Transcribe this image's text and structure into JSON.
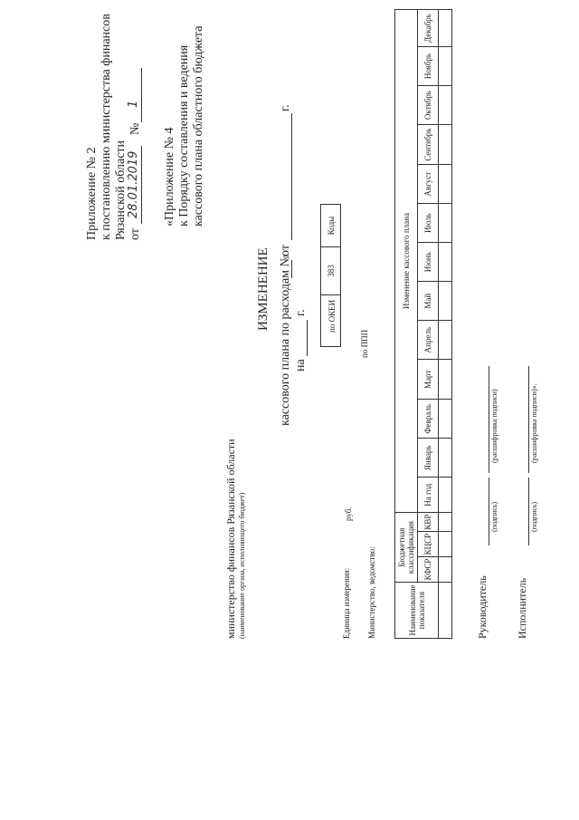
{
  "header": {
    "app2": {
      "line1": "Приложение № 2",
      "line2": "к постановлению министерства финансов",
      "line3": "Рязанской области",
      "ot_label": "от",
      "date_value": "28.01.2019",
      "no_label": "№",
      "number_value": "1"
    },
    "app4": {
      "line1": "«Приложение № 4",
      "line2": "к Порядку составления и ведения",
      "line3": "кассового плана областного бюджета"
    }
  },
  "title": {
    "main": "ИЗМЕНЕНИЕ",
    "sub": "кассового плана по расходам №",
    "ot": "от",
    "year_suffix": "г.",
    "na": "на",
    "na_year_suffix": "г."
  },
  "codes": {
    "header": "Коды",
    "okei_label": "по ОКЕИ",
    "okei_value": "383",
    "ppp_label": "по ППП",
    "ppp_value": ""
  },
  "org": {
    "name": "министерство финансов Рязанской области",
    "caption": "(наименование органа, исполняющего бюджет)"
  },
  "unit": {
    "label": "Единица измерения:",
    "value": "руб."
  },
  "ministry": {
    "label": "Министерство, ведомство:"
  },
  "table": {
    "name_col": "Наименование показателя",
    "budget_class": "Бюджетная классификация",
    "class_cols": [
      "КФСР",
      "КЦСР",
      "КВР"
    ],
    "change_header": "Изменение кассового плана",
    "year_col": "На год",
    "months": [
      "Январь",
      "Февраль",
      "Март",
      "Апрель",
      "Май",
      "Июнь",
      "Июль",
      "Август",
      "Сентябрь",
      "Октябрь",
      "Ноябрь",
      "Декабрь"
    ]
  },
  "signatures": {
    "head_label": "Руководитель",
    "exec_label": "Исполнитель",
    "sign_caption": "(подпись)",
    "decode_caption": "(расшифровка подписи)",
    "decode_caption_end": "(расшифровка подписи)»."
  }
}
